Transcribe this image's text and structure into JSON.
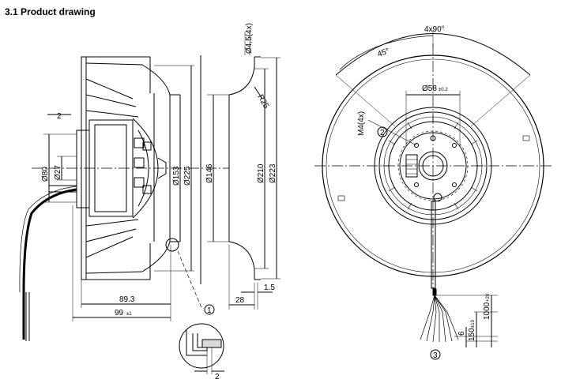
{
  "heading": "3.1 Product drawing",
  "dimensions": {
    "d_80": "Ø80",
    "d_27": "Ø27",
    "d_153": "Ø153",
    "d_225": "Ø225",
    "d_146": "Ø146",
    "d_210": "Ø210",
    "d_223": "Ø223",
    "hole_4_5": "Ø4,5(4x)",
    "r_25": "R25",
    "w_2": "2",
    "w_2_detail": "2",
    "len_89_3": "89.3",
    "len_99": "99",
    "tol_99": "±1",
    "len_28": "28",
    "len_1_5": "1.5",
    "angle_4x90": "4x90°",
    "angle_45": "45°",
    "d_58": "Ø58",
    "tol_58": "±0.2",
    "thread_m4": "M4(4x)",
    "len_1000": "1000",
    "tol_1000": "+20",
    "len_150": "150",
    "tol_150": "±10",
    "len_6": "6"
  },
  "callouts": {
    "c1": "1",
    "c2": "2",
    "c3": "3"
  }
}
